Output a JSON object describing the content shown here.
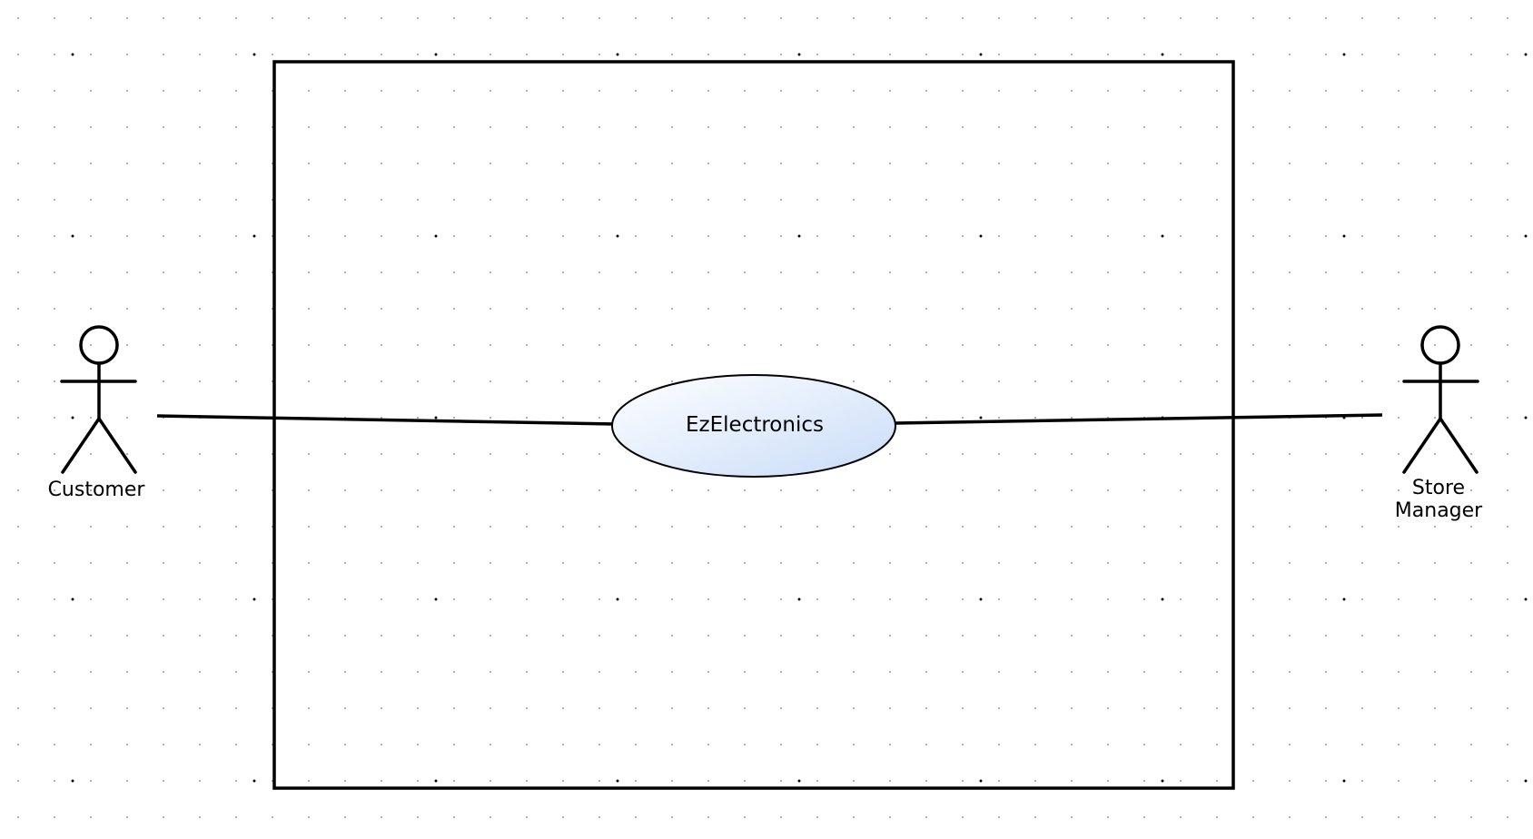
{
  "diagram": {
    "actors": [
      {
        "id": "customer",
        "name": "Customer"
      },
      {
        "id": "store_manager",
        "name": "Store\nManager",
        "lines": [
          "Store",
          "Manager"
        ]
      }
    ],
    "use_case": {
      "name": "EzElectronics",
      "fill_from": "#ffffff",
      "fill_to": "#c8dcf8"
    },
    "associations": [
      {
        "from": "customer",
        "to": "EzElectronics"
      },
      {
        "from": "store_manager",
        "to": "EzElectronics"
      }
    ]
  }
}
